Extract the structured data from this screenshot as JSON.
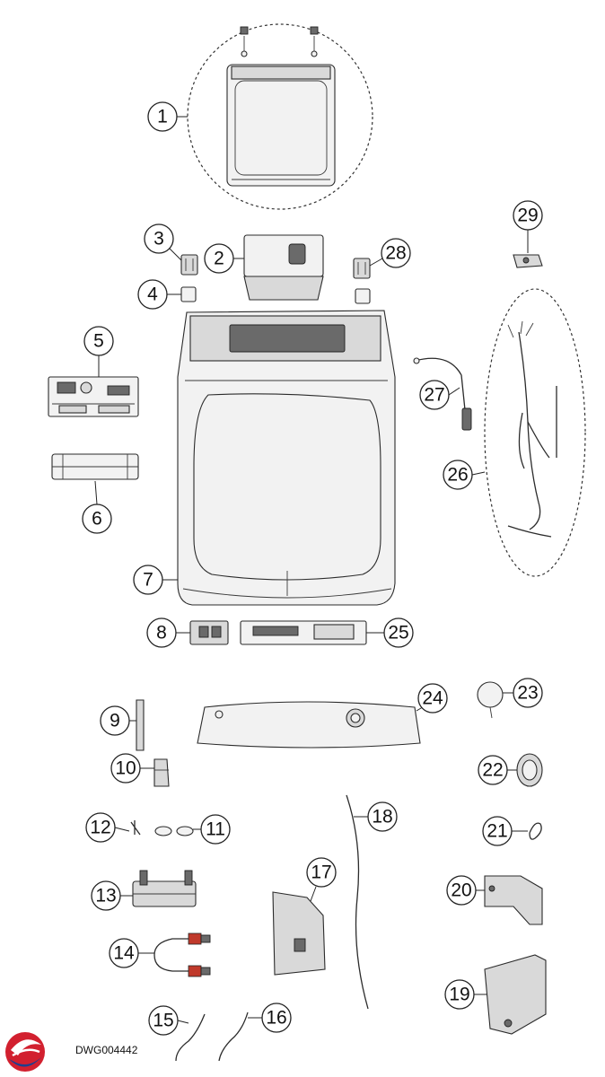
{
  "drawing_code": "DWG004442",
  "logo": {
    "name": "brand-logo",
    "colors": {
      "red": "#d2202f",
      "blue": "#1d3f8f"
    }
  },
  "callouts": [
    "1",
    "2",
    "3",
    "4",
    "5",
    "6",
    "7",
    "8",
    "9",
    "10",
    "11",
    "12",
    "13",
    "14",
    "15",
    "16",
    "17",
    "18",
    "19",
    "20",
    "21",
    "22",
    "23",
    "24",
    "25",
    "26",
    "27",
    "28",
    "29"
  ]
}
